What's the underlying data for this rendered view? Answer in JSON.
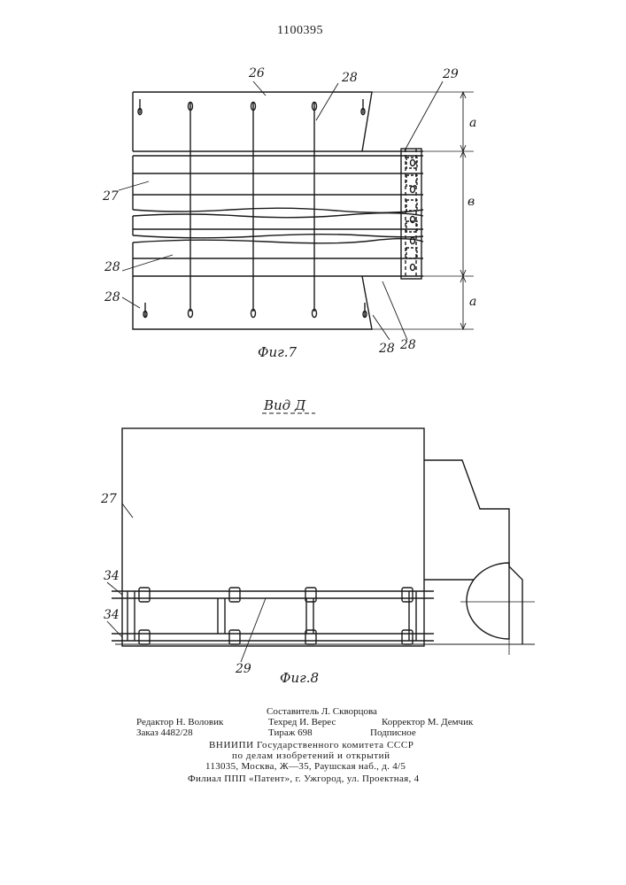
{
  "header": {
    "patent_number": "1100395"
  },
  "fig7": {
    "caption": "Фиг.7",
    "labels": {
      "l26": "26",
      "l28_top": "28",
      "l29": "29",
      "l27": "27",
      "l28_mid": "28",
      "l28_left": "28",
      "l28_b1": "28",
      "l28_b2": "28"
    },
    "dims": {
      "a_top": "а",
      "b": "в",
      "a_bottom": "а"
    }
  },
  "fig8": {
    "view_title": "Вид Д",
    "caption": "Фиг.8",
    "labels": {
      "l27": "27",
      "l34_top": "34",
      "l34_bottom": "34",
      "l29": "29"
    }
  },
  "footer": {
    "compiler": "Составитель Л. Скворцова",
    "editor": "Редактор Н. Воловик",
    "techred": "Техред И. Верес",
    "corrector": "Корректор М. Демчик",
    "order": "Заказ 4482/28",
    "circulation": "Тираж 698",
    "subscription": "Подписное",
    "org1": "ВНИИПИ Государственного комитета СССР",
    "org2": "по делам изобретений и открытий",
    "address": "113035, Москва, Ж—35, Раушская наб., д. 4/5",
    "branch": "Филиал ППП «Патент», г. Ужгород, ул. Проектная, 4"
  }
}
